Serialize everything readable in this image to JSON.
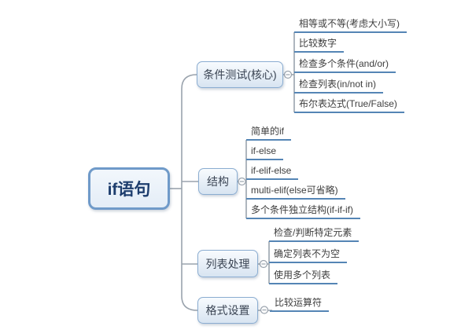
{
  "root": {
    "label": "if语句"
  },
  "branches": [
    {
      "label": "条件测试(核心)",
      "leaves": [
        "相等或不等(考虑大小写)",
        "比较数字",
        "检查多个条件(and/or)",
        "检查列表(in/not in)",
        "布尔表达式(True/False)"
      ]
    },
    {
      "label": "结构",
      "leaves": [
        "简单的if",
        "if-else",
        "if-elif-else",
        "multi-elif(else可省略)",
        "多个条件独立结构(if-if-if)"
      ]
    },
    {
      "label": "列表处理",
      "leaves": [
        "检查/判断特定元素",
        "确定列表不为空",
        "使用多个列表"
      ]
    },
    {
      "label": "格式设置",
      "leaves": [
        "比较运算符"
      ]
    }
  ],
  "colors": {
    "root_border": "#6f9ac9",
    "branch_border": "#8badd1",
    "leaf_underline": "#5585b5",
    "connector": "#9aa3ad",
    "root_text": "#1d3d6d",
    "background": "#ffffff"
  }
}
